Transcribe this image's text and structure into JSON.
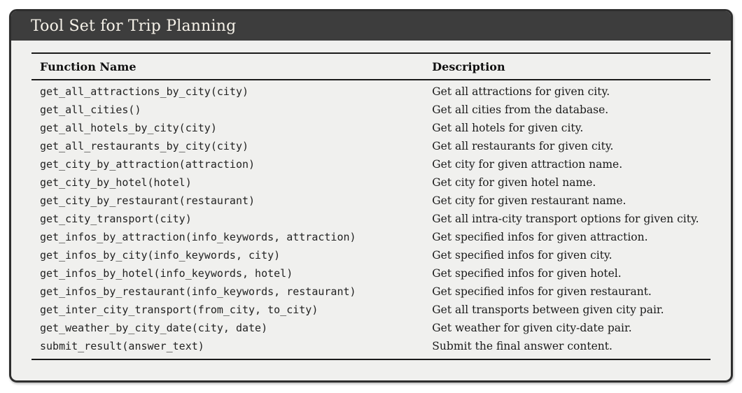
{
  "panel": {
    "title": "Tool Set for Trip Planning",
    "colors": {
      "header_bg": "#3d3d3d",
      "title_text": "#f6f2e9",
      "body_bg": "#f0f0ee",
      "border": "#2e2e2e",
      "rule": "#1a1a1a"
    }
  },
  "table": {
    "columns": [
      "Function Name",
      "Description"
    ],
    "rows": [
      {
        "function": "get_all_attractions_by_city(city)",
        "description": "Get all attractions for given city."
      },
      {
        "function": "get_all_cities()",
        "description": "Get all cities from the database."
      },
      {
        "function": "get_all_hotels_by_city(city)",
        "description": "Get all hotels for given city."
      },
      {
        "function": "get_all_restaurants_by_city(city)",
        "description": "Get all restaurants for given city."
      },
      {
        "function": "get_city_by_attraction(attraction)",
        "description": "Get city for given attraction name."
      },
      {
        "function": "get_city_by_hotel(hotel)",
        "description": "Get city for given hotel name."
      },
      {
        "function": "get_city_by_restaurant(restaurant)",
        "description": "Get city for given restaurant name."
      },
      {
        "function": "get_city_transport(city)",
        "description": "Get all intra-city transport options for given city."
      },
      {
        "function": "get_infos_by_attraction(info_keywords, attraction)",
        "description": "Get specified infos for given attraction."
      },
      {
        "function": "get_infos_by_city(info_keywords, city)",
        "description": "Get specified infos for given city."
      },
      {
        "function": "get_infos_by_hotel(info_keywords, hotel)",
        "description": "Get specified infos for given hotel."
      },
      {
        "function": "get_infos_by_restaurant(info_keywords, restaurant)",
        "description": "Get specified infos for given restaurant."
      },
      {
        "function": "get_inter_city_transport(from_city, to_city)",
        "description": "Get all transports between given city pair."
      },
      {
        "function": "get_weather_by_city_date(city, date)",
        "description": "Get weather for given city-date pair."
      },
      {
        "function": "submit_result(answer_text)",
        "description": "Submit the final answer content."
      }
    ]
  }
}
